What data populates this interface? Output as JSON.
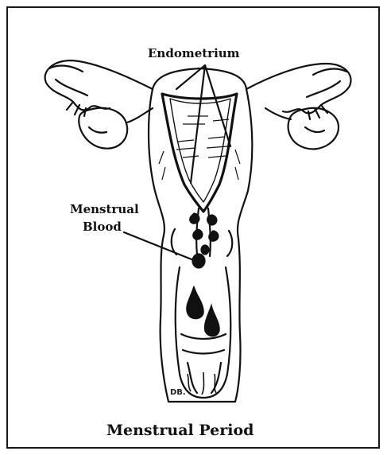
{
  "labels": {
    "endometrium": "Endometrium",
    "menstrual_blood_line1": "Menstrual",
    "menstrual_blood_line2": "Blood"
  },
  "caption": "Menstrual Period",
  "artist_initials": "DB.",
  "colors": {
    "ink": "#111111",
    "background": "#ffffff"
  }
}
